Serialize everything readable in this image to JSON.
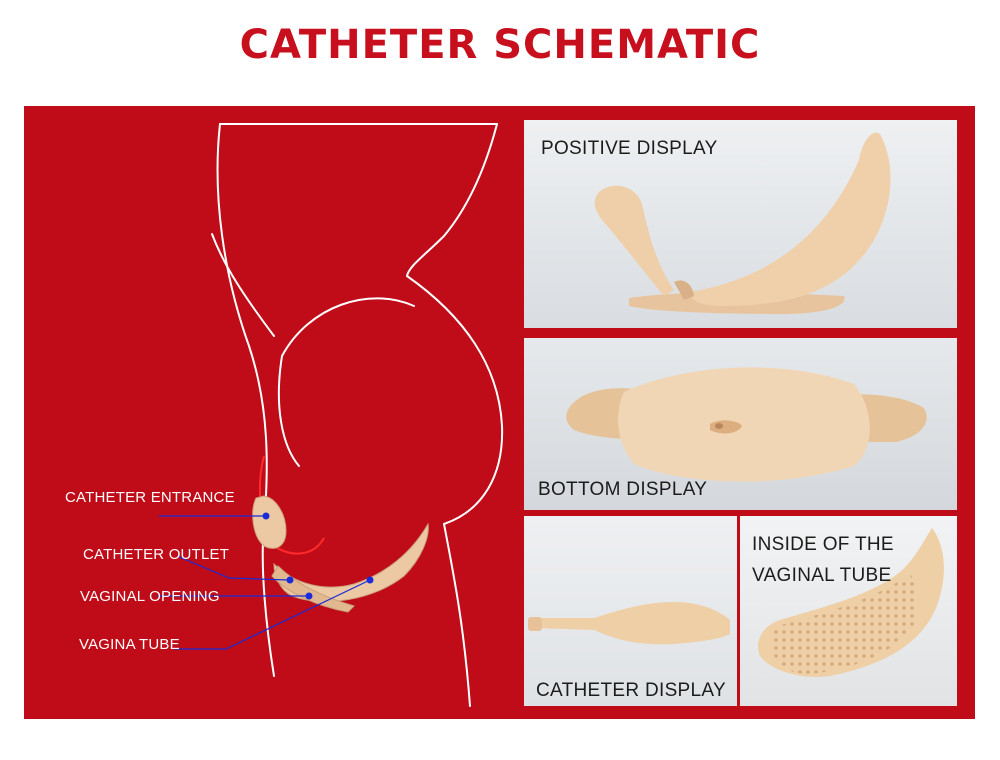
{
  "title": "CATHETER SCHEMATIC",
  "colors": {
    "brand_red": "#c80f1e",
    "panel_red": "#bf0c18",
    "skin": "#ecc9a3",
    "callout_dot": "#1a2bd8"
  },
  "diagram": {
    "labels": {
      "catheter_entrance": "CATHETER ENTRANCE",
      "catheter_outlet": "CATHETER OUTLET",
      "vaginal_opening": "VAGINAL OPENING",
      "vagina_tube": "VAGINA TUBE"
    }
  },
  "photos": {
    "positive": {
      "caption": "POSITIVE DISPLAY"
    },
    "bottom": {
      "caption": "BOTTOM DISPLAY"
    },
    "catheter": {
      "caption": "CATHETER DISPLAY"
    },
    "inside": {
      "caption_line1": "INSIDE OF THE",
      "caption_line2": "VAGINAL TUBE"
    }
  }
}
